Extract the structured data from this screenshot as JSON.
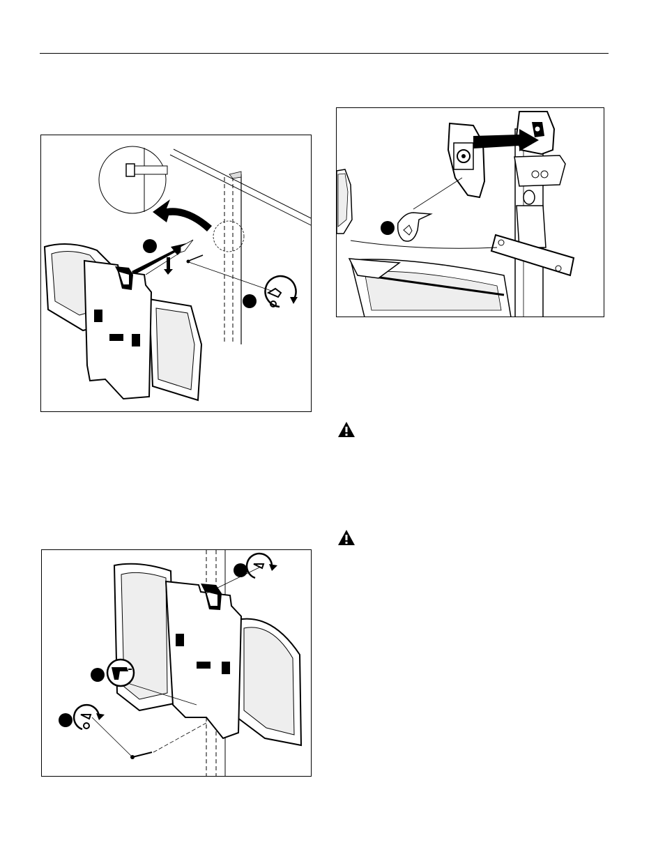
{
  "page": {
    "figures": [
      {
        "id": "fig-a",
        "content": "wall-plate-mounting-to-stud"
      },
      {
        "id": "fig-b",
        "content": "cover-installation"
      },
      {
        "id": "fig-c",
        "content": "drill-and-secure-bottom-lag"
      }
    ],
    "warnings": [
      {
        "icon": "warning-triangle-icon"
      },
      {
        "icon": "warning-triangle-icon"
      }
    ]
  }
}
